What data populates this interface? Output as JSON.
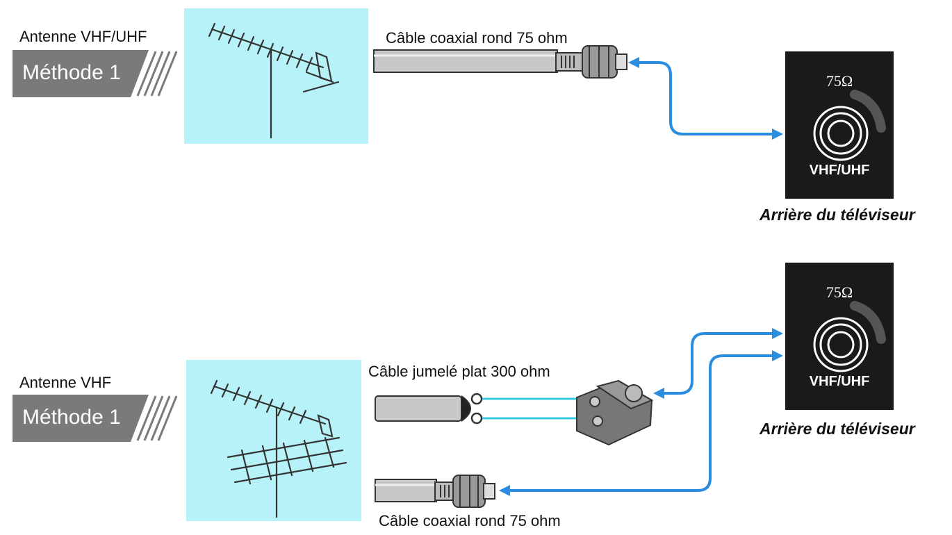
{
  "section1": {
    "antenna_label": "Antenne VHF/UHF",
    "method_badge": "Méthode 1",
    "cable_label": "Câble coaxial rond 75 ohm",
    "panel_ohm": "75Ω",
    "panel_port": "VHF/UHF",
    "caption": "Arrière du téléviseur"
  },
  "section2": {
    "antenna_label": "Antenne VHF",
    "method_badge": "Méthode 1",
    "twin_cable_label": "Câble jumelé plat 300 ohm",
    "coax_cable_label": "Câble coaxial rond 75 ohm",
    "panel_ohm": "75Ω",
    "panel_port": "VHF/UHF",
    "caption": "Arrière du téléviseur"
  },
  "colors": {
    "arrow": "#2a8de0",
    "sky": "#b6f2f8",
    "badge": "#7a7a7a",
    "panel": "#1a1a1a",
    "cable": "#c8c8c8",
    "twin_lead": "#39c8e0"
  },
  "icons": [
    "antenna-icon",
    "coax-connector-icon",
    "balun-adapter-icon",
    "coax-port-icon",
    "arrow-icon"
  ]
}
